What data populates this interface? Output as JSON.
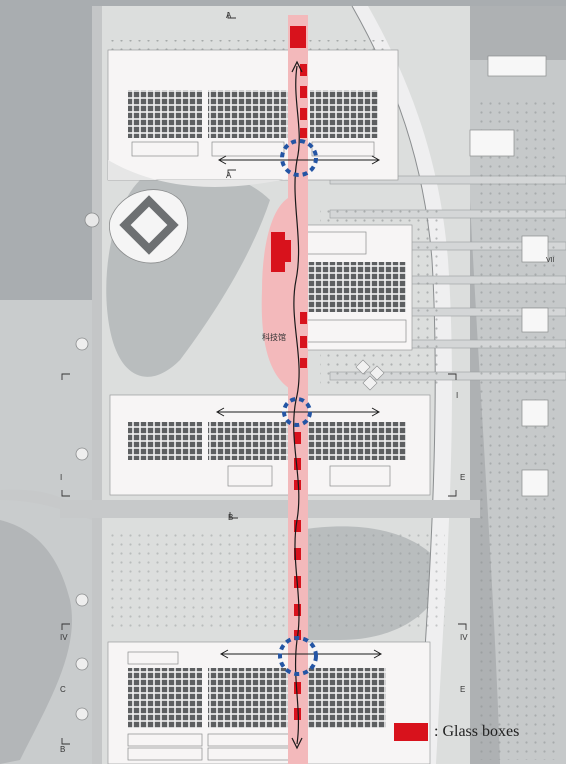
{
  "legend": {
    "text": ": Glass boxes",
    "color": "#d8121c"
  },
  "labels": {
    "center_building": "科技馆",
    "section_a": "A",
    "section_b": "B",
    "section_c": "C",
    "section_e": "E",
    "section_i": "I",
    "section_iv": "IV",
    "section_vii": "VII"
  },
  "colors": {
    "water": "#a9adb0",
    "ground": "#dcdedd",
    "hall": "#f7f5f5",
    "grid": "#5d5f61",
    "corridor": "#f3b9bb",
    "glass": "#d8121c",
    "node": "#2455a4"
  }
}
